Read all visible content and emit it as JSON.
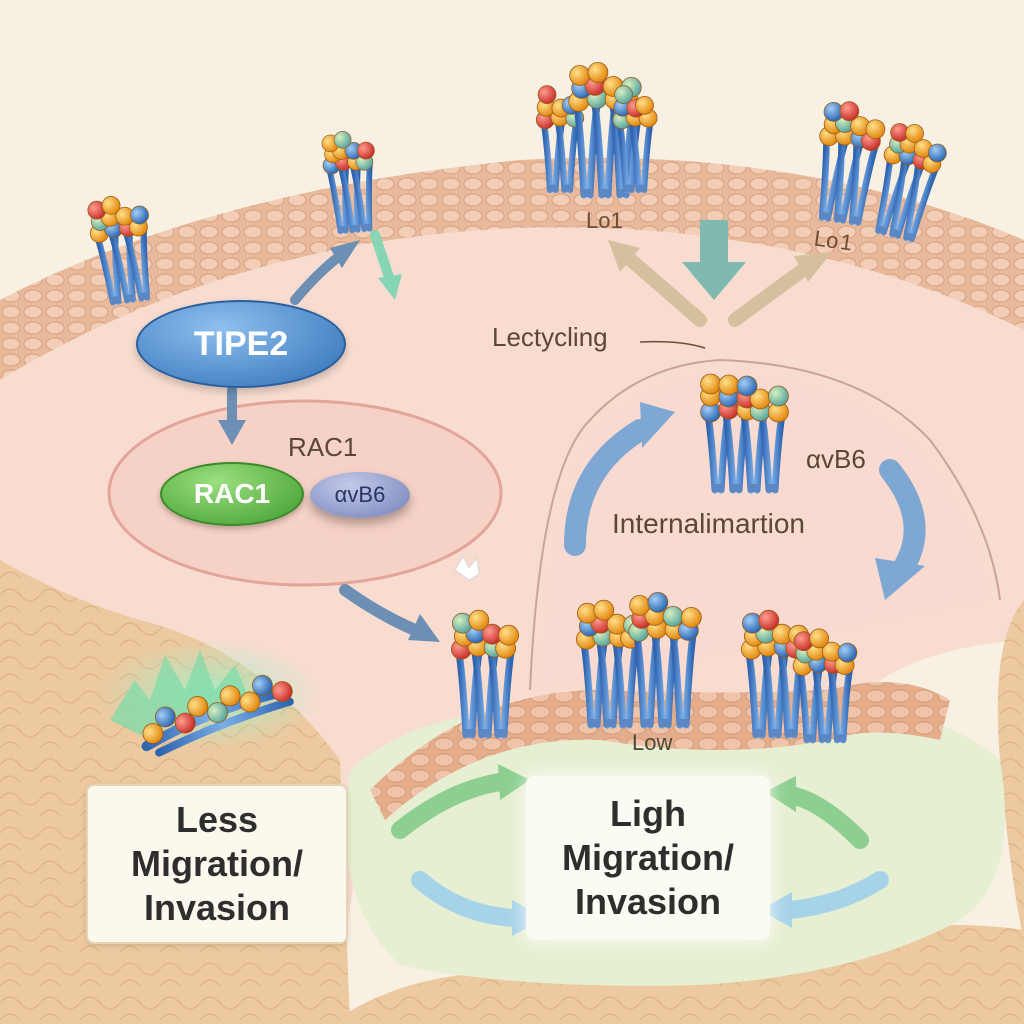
{
  "labels": {
    "tipe2": "TIPE2",
    "rac1_top": "RAC1",
    "rac1_pill": "RAC1",
    "avb6_pill": "αvB6",
    "lo1_left": "Lo1",
    "lo1_right": "Lo 1",
    "lectycling": "Lectycling",
    "avb6_right": "αvB6",
    "internalimartion": "Internalimartion",
    "low": "Low"
  },
  "boxes": {
    "left": {
      "line1": "Less",
      "line2": "Migration/",
      "line3": "Invasion"
    },
    "right": {
      "line1": "Ligh",
      "line2": "Migration/",
      "line3": "Invasion"
    }
  },
  "colors": {
    "tipe2": "#3d7fc4",
    "rac1": "#4fa83b",
    "avb6": "#8d99c6",
    "membrane": "#e8b99a",
    "cytoplasm": "#f6dcd0",
    "green_zone": "#e6efd3",
    "arrow_blue": "#5f8fc4",
    "arrow_tan": "#cdb48f",
    "arrow_green": "#7bbf86"
  }
}
